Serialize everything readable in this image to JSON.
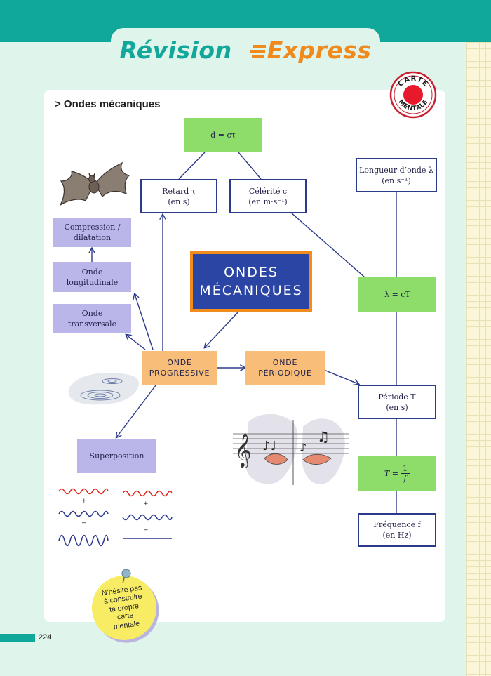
{
  "header": {
    "title_part1": "Révision",
    "title_part2": "Express"
  },
  "stamp": {
    "line1": "CARTE",
    "line2": "MENTALE"
  },
  "section": {
    "title": "> Ondes mécaniques"
  },
  "nodes": {
    "d_ct": "d = cτ",
    "retard": "Retard τ\n(en s)",
    "celerite": "Célérité c\n(en m·s⁻¹)",
    "longueur": "Longueur d’onde λ\n(en s⁻¹)",
    "compression": "Compression /\ndilatation",
    "longitudinale": "Onde\nlongitudinale",
    "transversale": "Onde\ntransversale",
    "main": "ONDES\nMÉCANIQUES",
    "lambda_ct": "λ = cT",
    "progressive": "ONDE\nPROGRESSIVE",
    "periodique": "ONDE\nPÉRIODIQUE",
    "periode": "Période T\n(en s)",
    "superposition": "Superposition",
    "t_formula": "T = ",
    "t_num": "1",
    "t_den": "f",
    "frequence": "Fréquence f\n(en Hz)"
  },
  "superposition_signs": {
    "plus": "+",
    "equals": "="
  },
  "note": {
    "text": "N’hésite pas\nà construire\nta propre\ncarte\nmentale"
  },
  "footer": {
    "page_number": "224"
  },
  "colors": {
    "teal": "#10a89a",
    "orange": "#f08a1c",
    "green_box": "#8edc6a",
    "navy": "#2c3a8a",
    "lavender": "#bbb6ea",
    "peach": "#f8bd79",
    "main_box": "#2b45a5",
    "note_yellow": "#f7ec63",
    "wave_red": "#e0241c",
    "wave_blue": "#2c3a8a"
  },
  "icons": [
    "bat-illustration",
    "water-ripple-illustration",
    "music-illustration",
    "pushpin-icon",
    "speed-lines-icon",
    "carte-mentale-stamp"
  ]
}
